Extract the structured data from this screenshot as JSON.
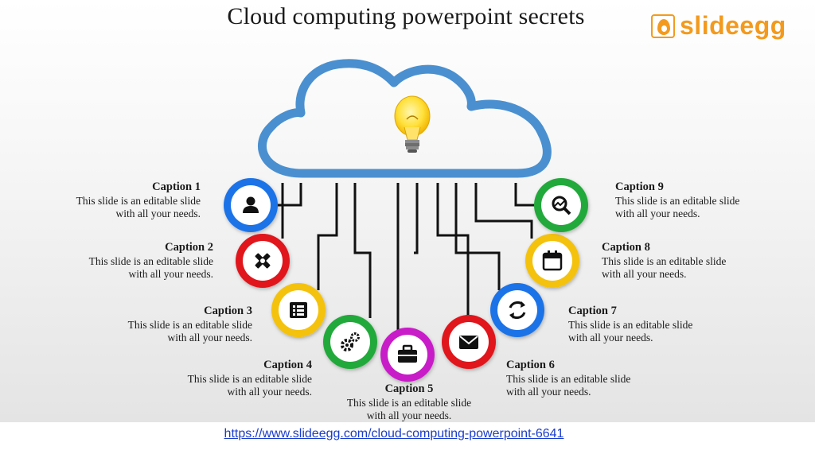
{
  "title": "Cloud computing powerpoint secrets",
  "logo": {
    "text": "slideegg",
    "color": "#f39a1e"
  },
  "footer_link": "https://www.slideegg.com/cloud-computing-powerpoint-6641",
  "cloud": {
    "outline_color": "#4a90d0",
    "icon": "lightbulb-icon"
  },
  "captions": [
    {
      "title": "Caption 1",
      "line1": "This slide is an editable slide",
      "line2": "with all your needs.",
      "icon": "user-icon",
      "ring_color": "#1e73e8"
    },
    {
      "title": "Caption 2",
      "line1": "This slide is an editable slide",
      "line2": "with all your needs.",
      "icon": "edit-tools-icon",
      "ring_color": "#e0141e"
    },
    {
      "title": "Caption 3",
      "line1": "This slide is an editable slide",
      "line2": "with all your needs.",
      "icon": "list-document-icon",
      "ring_color": "#f4c20d"
    },
    {
      "title": "Caption 4",
      "line1": "This slide is an editable slide",
      "line2": "with all your needs.",
      "icon": "gears-icon",
      "ring_color": "#22a93a"
    },
    {
      "title": "Caption 5",
      "line1": "This slide is an editable slide",
      "line2": "with all your needs.",
      "icon": "briefcase-icon",
      "ring_color": "#c81ec8"
    },
    {
      "title": "Caption 6",
      "line1": "This slide is an editable slide",
      "line2": "with all your needs.",
      "icon": "mail-icon",
      "ring_color": "#e0141e"
    },
    {
      "title": "Caption 7",
      "line1": "This slide is an editable slide",
      "line2": "with all your needs.",
      "icon": "refresh-icon",
      "ring_color": "#1e73e8"
    },
    {
      "title": "Caption 8",
      "line1": "This slide is an editable slide",
      "line2": "with all your needs.",
      "icon": "calendar-icon",
      "ring_color": "#f4c20d"
    },
    {
      "title": "Caption 9",
      "line1": "This slide is an editable slide",
      "line2": "with all your needs.",
      "icon": "search-chart-icon",
      "ring_color": "#22a93a"
    }
  ]
}
